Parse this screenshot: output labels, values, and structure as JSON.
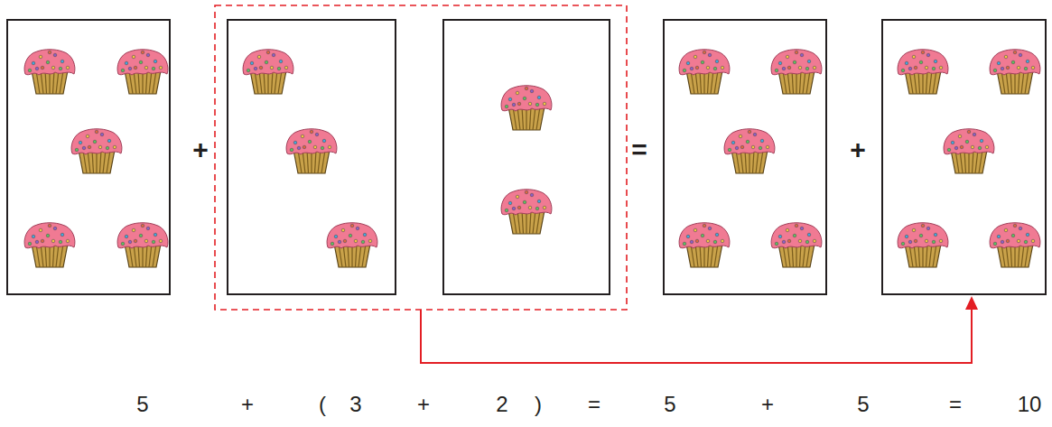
{
  "diagram": {
    "labels": [
      "+",
      "=",
      "+",
      "5",
      "+",
      "(",
      "3",
      "+",
      "2",
      ")",
      "=",
      "5",
      "+",
      "5",
      "=",
      "10"
    ]
  }
}
